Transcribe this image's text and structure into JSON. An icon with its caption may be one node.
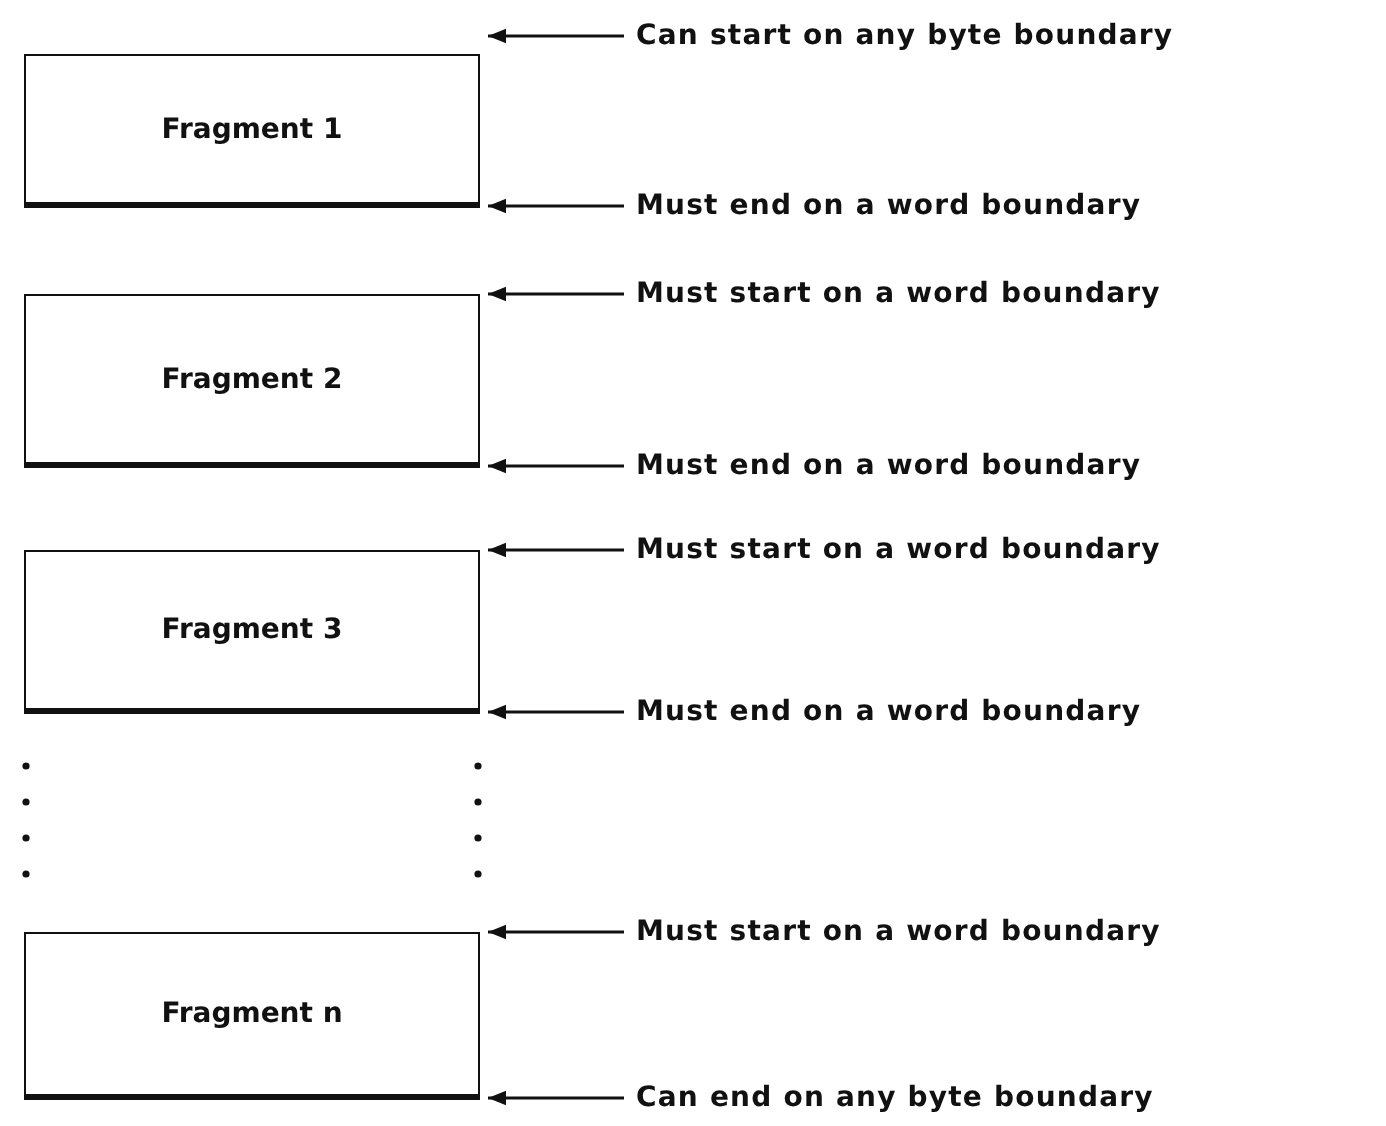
{
  "diagram": {
    "nodes": [
      {
        "text": [
          "Fragment 1"
        ]
      },
      {
        "text": [
          "Can start on any byte boundary"
        ]
      },
      {
        "text": [
          "Must end on a word boundary"
        ]
      },
      {
        "text": [
          "Fragment 2"
        ]
      },
      {
        "text": [
          "Must start on a word boundary"
        ]
      },
      {
        "text": [
          "Must end on a word boundary"
        ]
      },
      {
        "text": [
          "Fragment 3"
        ]
      },
      {
        "text": [
          "Must start on a word boundary"
        ]
      },
      {
        "text": [
          "Must end on a word boundary"
        ]
      },
      {
        "text": [
          "Fragment n"
        ]
      },
      {
        "text": [
          "Must start on a word boundary"
        ]
      },
      {
        "text": [
          "Can end on any byte boundary"
        ]
      }
    ],
    "edges": [
      {
        "from": 1,
        "to": 0,
        "arrow": "to"
      },
      {
        "from": 2,
        "to": 0,
        "arrow": "to"
      },
      {
        "from": 4,
        "to": 3,
        "arrow": "to"
      },
      {
        "from": 5,
        "to": 3,
        "arrow": "to"
      },
      {
        "from": 7,
        "to": 6,
        "arrow": "to"
      },
      {
        "from": 8,
        "to": 6,
        "arrow": "to"
      },
      {
        "from": 10,
        "to": 9,
        "arrow": "to"
      },
      {
        "from": 11,
        "to": 9,
        "arrow": "to"
      }
    ]
  }
}
